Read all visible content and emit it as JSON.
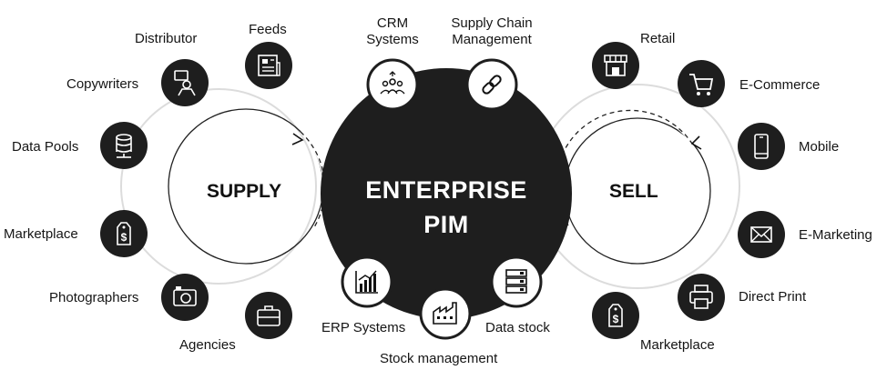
{
  "center": {
    "line1": "ENTERPRISE",
    "line2": "PIM"
  },
  "supply": {
    "title": "SUPPLY",
    "items": [
      {
        "label": "Distributor",
        "icon": "distributor-icon"
      },
      {
        "label": "Feeds",
        "icon": "newspaper-icon"
      },
      {
        "label": "Copywriters",
        "icon": "writer-icon"
      },
      {
        "label": "Data Pools",
        "icon": "database-icon"
      },
      {
        "label": "Marketplace",
        "icon": "price-tag-icon"
      },
      {
        "label": "Photographers",
        "icon": "camera-icon"
      },
      {
        "label": "Agencies",
        "icon": "briefcase-icon"
      }
    ]
  },
  "sell": {
    "title": "SELL",
    "items": [
      {
        "label": "Retail",
        "icon": "store-icon"
      },
      {
        "label": "E-Commerce",
        "icon": "cart-icon"
      },
      {
        "label": "Mobile",
        "icon": "mobile-icon"
      },
      {
        "label": "E-Marketing",
        "icon": "envelope-icon"
      },
      {
        "label": "Direct Print",
        "icon": "printer-icon"
      },
      {
        "label": "Marketplace",
        "icon": "price-tag-icon"
      }
    ]
  },
  "pim": {
    "items": [
      {
        "label": "CRM\nSystems",
        "icon": "team-icon"
      },
      {
        "label": "Supply Chain\nManagement",
        "icon": "link-icon"
      },
      {
        "label": "ERP Systems",
        "icon": "bar-chart-icon"
      },
      {
        "label": "Stock management",
        "icon": "factory-icon"
      },
      {
        "label": "Data stock",
        "icon": "server-icon"
      }
    ]
  },
  "colors": {
    "dark": "#1e1e1e",
    "ring": "#dcdcdc",
    "white": "#ffffff"
  }
}
